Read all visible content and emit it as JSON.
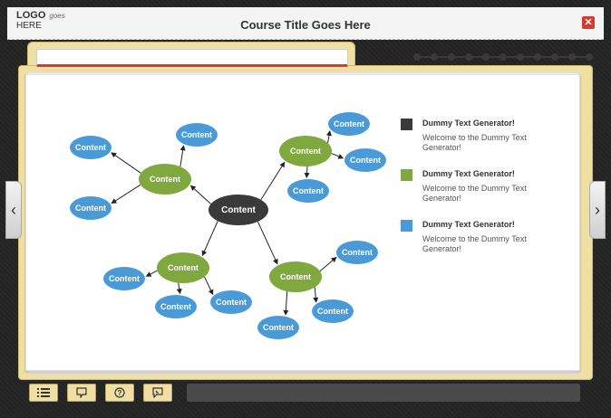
{
  "header": {
    "logo_line1": "LOGO",
    "logo_tagline": "goes",
    "logo_line2": "HERE",
    "course_title": "Course Title Goes Here",
    "close_label": "✕"
  },
  "nav": {
    "prev_label": "‹",
    "next_label": "›"
  },
  "mindmap": {
    "center": "Content",
    "branches": [
      {
        "label": "Content",
        "leaves": [
          "Content",
          "Content",
          "Content"
        ]
      },
      {
        "label": "Content",
        "leaves": [
          "Content",
          "Content",
          "Content"
        ]
      },
      {
        "label": "Content",
        "leaves": [
          "Content",
          "Content",
          "Content"
        ]
      },
      {
        "label": "Content",
        "leaves": [
          "Content",
          "Content",
          "Content"
        ]
      }
    ]
  },
  "legend": [
    {
      "title": "Dummy Text Generator!",
      "text": "Welcome to the Dummy Text Generator!",
      "color": "#3a3a3a"
    },
    {
      "title": "Dummy Text Generator!",
      "text": "Welcome to the Dummy Text Generator!",
      "color": "#7fa83f"
    },
    {
      "title": "Dummy Text Generator!",
      "text": "Welcome to the Dummy Text Generator!",
      "color": "#4a9ad8"
    }
  ],
  "toolbar": {
    "menu_icon": "list-icon",
    "glossary_icon": "book-icon",
    "help_icon": "question-icon",
    "notes_icon": "speech-bubble-icon"
  },
  "colors": {
    "accent_red": "#d23b2e",
    "center_node": "#3a3a3a",
    "branch_node": "#7fa83f",
    "leaf_node": "#4a9ad8",
    "folder": "#efdfa2"
  }
}
